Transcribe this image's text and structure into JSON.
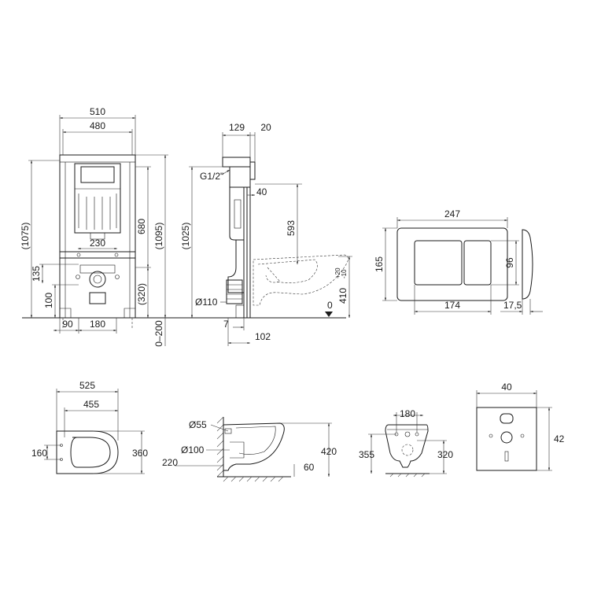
{
  "frame_front": {
    "width_outer": "510",
    "width_inner": "480",
    "height_left": "(1075)",
    "height_right": "(1095)",
    "height_mid": "680",
    "drain_spacing": "230",
    "dim_135": "135",
    "dim_100": "100",
    "dim_320": "(320)",
    "dim_90": "90",
    "dim_180": "180",
    "range": "0–200"
  },
  "frame_side": {
    "dim_129": "129",
    "dim_20": "20",
    "thread": "G1/2\"",
    "dim_40": "40",
    "height_1025": "(1025)",
    "dim_593": "593",
    "pipe": "Ø110",
    "dim_7": "7",
    "dim_102": "102",
    "seat_height": "410",
    "tol_plus": "+20",
    "tol_minus": "-10",
    "floor": "0"
  },
  "flush_plate": {
    "width": "247",
    "height": "165",
    "button_h": "96",
    "inner_w": "174",
    "depth": "17,5"
  },
  "bowl_top": {
    "length": "525",
    "inner": "455",
    "width_small": "160",
    "width": "360"
  },
  "bowl_side": {
    "d55": "Ø55",
    "d100": "Ø100",
    "h220": "220",
    "h420": "420",
    "d60": "60"
  },
  "bowl_back": {
    "d180": "180",
    "h355": "355",
    "h320": "320"
  },
  "template": {
    "w": "40",
    "h": "42"
  }
}
